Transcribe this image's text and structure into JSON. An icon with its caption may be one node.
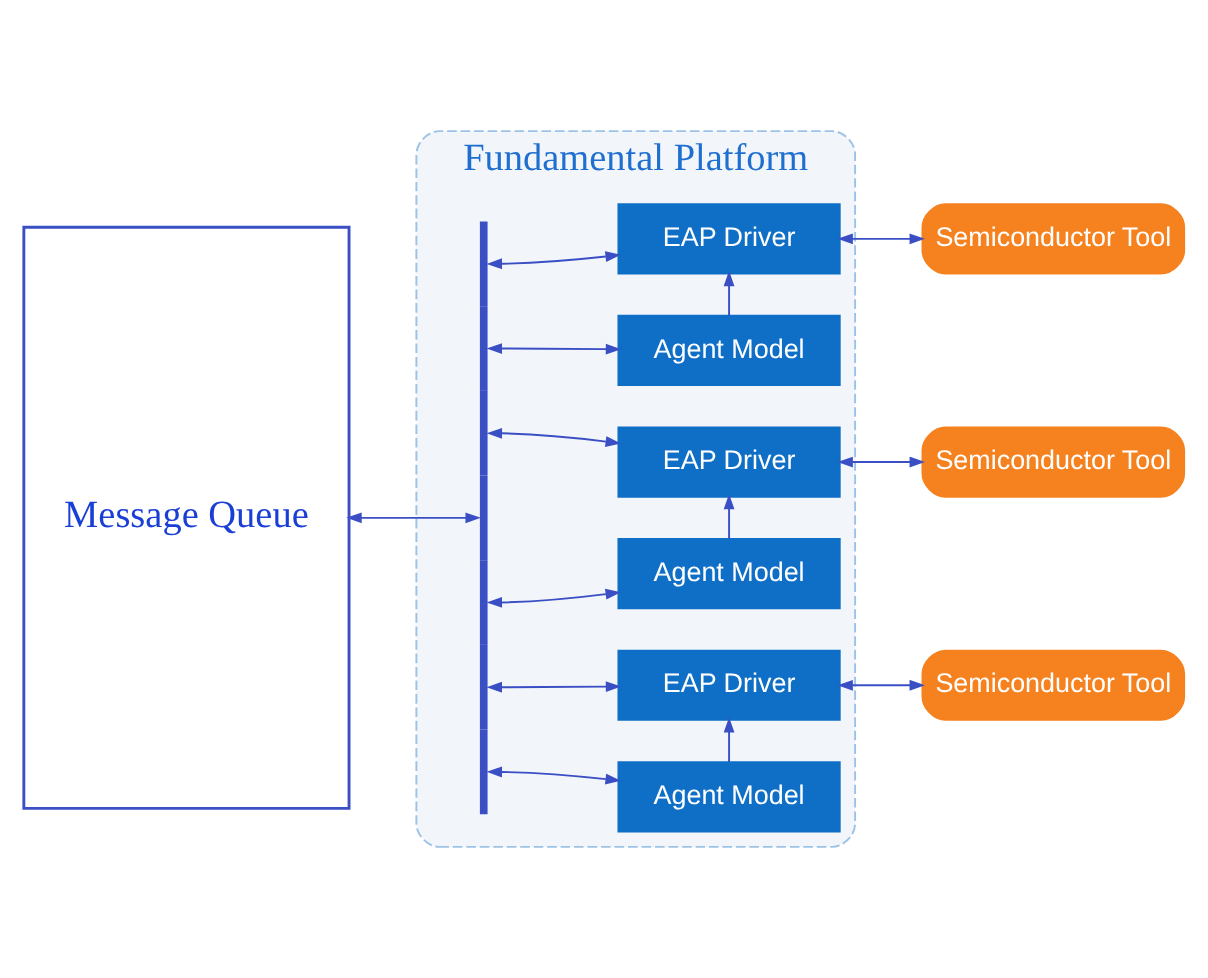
{
  "diagram": {
    "nodes": [
      {
        "text": [
          "Fundamental Platform"
        ]
      },
      {
        "text": [],
        "shape": "bar",
        "in": 0
      },
      {
        "text": [
          "EAP Driver"
        ],
        "in": 0
      },
      {
        "text": [
          "Agent Model"
        ],
        "in": 0
      },
      {
        "text": [
          "EAP Driver"
        ],
        "in": 0
      },
      {
        "text": [
          "Agent Model"
        ],
        "in": 0
      },
      {
        "text": [
          "EAP Driver"
        ],
        "in": 0
      },
      {
        "text": [
          "Agent Model"
        ],
        "in": 0
      },
      {
        "text": [
          "Semiconductor Tool"
        ]
      },
      {
        "text": [
          "Semiconductor Tool"
        ]
      },
      {
        "text": [
          "Semiconductor Tool"
        ]
      },
      {
        "text": [
          "Message Queue"
        ]
      }
    ],
    "edges": [
      {
        "from": 11,
        "to": 1,
        "arrow": "both"
      },
      {
        "from": 1,
        "to": 2,
        "arrow": "both"
      },
      {
        "from": 1,
        "to": 3,
        "arrow": "both"
      },
      {
        "from": 1,
        "to": 4,
        "arrow": "both"
      },
      {
        "from": 1,
        "to": 5,
        "arrow": "both"
      },
      {
        "from": 1,
        "to": 6,
        "arrow": "both"
      },
      {
        "from": 1,
        "to": 7,
        "arrow": "both"
      },
      {
        "from": 3,
        "to": 2,
        "arrow": "to"
      },
      {
        "from": 5,
        "to": 4,
        "arrow": "to"
      },
      {
        "from": 7,
        "to": 6,
        "arrow": "to"
      },
      {
        "from": 2,
        "to": 8,
        "arrow": "both"
      },
      {
        "from": 4,
        "to": 9,
        "arrow": "both"
      },
      {
        "from": 6,
        "to": 10,
        "arrow": "both"
      }
    ]
  }
}
